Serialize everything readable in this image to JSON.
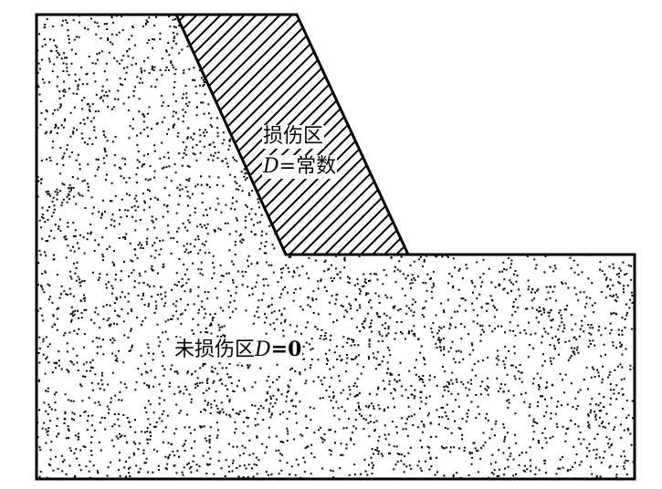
{
  "damaged_zone": {
    "title": "损伤区",
    "var": "D",
    "eq": "=常数"
  },
  "undamaged_zone": {
    "title": "未损伤区",
    "var": "D",
    "eq": "=0"
  },
  "colors": {
    "line": "#000000",
    "background": "#ffffff"
  }
}
